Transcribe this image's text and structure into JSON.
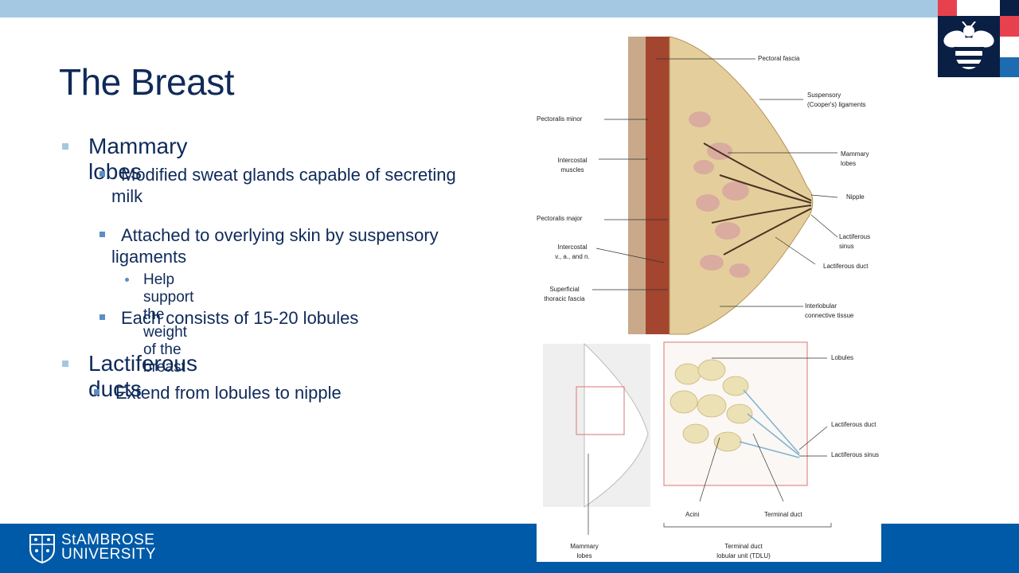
{
  "slide": {
    "title": "The Breast",
    "bullets": {
      "mammary_lobes": "Mammary lobes",
      "modified_sweat": "Modified sweat glands capable of secreting milk",
      "attached": "Attached to overlying skin by suspensory ligaments",
      "help_support": "Help support the weight of the breast",
      "each_consists": "Each consists of 15-20 lobules",
      "lactiferous_ducts": "Lactiferous ducts",
      "extend": "Extend from lobules to nipple"
    }
  },
  "figure": {
    "labels": {
      "pectoral_fascia": "Pectoral fascia",
      "suspensory_1": "Suspensory",
      "suspensory_2": "(Cooper's) ligaments",
      "pectoralis_minor": "Pectoralis minor",
      "intercostal_muscles_1": "Intercostal",
      "intercostal_muscles_2": "muscles",
      "mammary_lobes_1": "Mammary",
      "mammary_lobes_2": "lobes",
      "nipple": "Nipple",
      "pectoralis_major": "Pectoralis major",
      "lactiferous_sinus_1": "Lactiferous",
      "lactiferous_sinus_2": "sinus",
      "intercostal_van_1": "Intercostal",
      "intercostal_van_2": "v., a., and n.",
      "lactiferous_duct": "Lactiferous duct",
      "superficial_1": "Superficial",
      "superficial_2": "thoracic fascia",
      "interlobular_1": "Interlobular",
      "interlobular_2": "connective tissue",
      "lobules": "Lobules",
      "lactiferous_duct_2": "Lactiferous duct",
      "lactiferous_sinus_3": "Lactiferous sinus",
      "acini": "Acini",
      "terminal_duct": "Terminal duct",
      "mammary_lobes_3": "Mammary",
      "mammary_lobes_4": "lobes",
      "tdlu_1": "Terminal duct",
      "tdlu_2": "lobular unit (TDLU)"
    }
  },
  "footer": {
    "line1": "StAMBROSE",
    "line2": "UNIVERSITY"
  },
  "colors": {
    "title": "#0f2a5a",
    "top_band": "#a4c8e1",
    "footer": "#005aa7",
    "logo_navy": "#0a1f44",
    "logo_red": "#e8414e",
    "logo_blue": "#1d6bb0"
  }
}
